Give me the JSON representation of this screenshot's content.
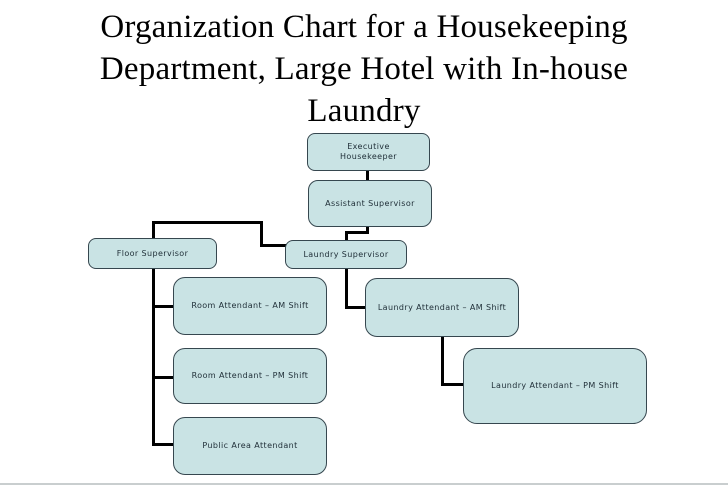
{
  "title": {
    "text": "Organization Chart for a Housekeeping Department, Large Hotel with In-house Laundry",
    "lines": [
      "Organization Chart for a Housekeeping",
      "Department, Large Hotel with In-house",
      "Laundry"
    ]
  },
  "colors": {
    "background": "#ffffff",
    "title_text": "#000000",
    "node_fill": "#c9e3e4",
    "node_border": "#36474f",
    "node_text": "#1e2d36",
    "connector": "#000000"
  },
  "org_chart": {
    "type": "organization-chart",
    "nodes": {
      "executive": {
        "label": "Executive Housekeeper"
      },
      "assistant": {
        "label": "Assistant Supervisor"
      },
      "floor": {
        "label": "Floor Supervisor"
      },
      "laundry_supervisor": {
        "label": "Laundry Supervisor"
      },
      "room_am": {
        "label": "Room Attendant – AM Shift"
      },
      "room_pm": {
        "label": "Room Attendant – PM Shift"
      },
      "public_area": {
        "label": "Public Area Attendant"
      },
      "laundry_am": {
        "label": "Laundry Attendant – AM Shift"
      },
      "laundry_pm": {
        "label": "Laundry Attendant – PM Shift"
      }
    },
    "edges": [
      {
        "from": "Executive Housekeeper",
        "to": "Assistant Supervisor"
      },
      {
        "from": "Assistant Supervisor",
        "to": "Laundry Supervisor"
      },
      {
        "from": "Assistant Supervisor",
        "to": "Floor Supervisor"
      },
      {
        "from": "Floor Supervisor",
        "to": "Room Attendant – AM Shift"
      },
      {
        "from": "Floor Supervisor",
        "to": "Room Attendant – PM Shift"
      },
      {
        "from": "Floor Supervisor",
        "to": "Public Area Attendant"
      },
      {
        "from": "Laundry Supervisor",
        "to": "Laundry Attendant – AM Shift"
      },
      {
        "from": "Laundry Attendant – AM Shift",
        "to": "Laundry Attendant – PM Shift"
      }
    ]
  }
}
